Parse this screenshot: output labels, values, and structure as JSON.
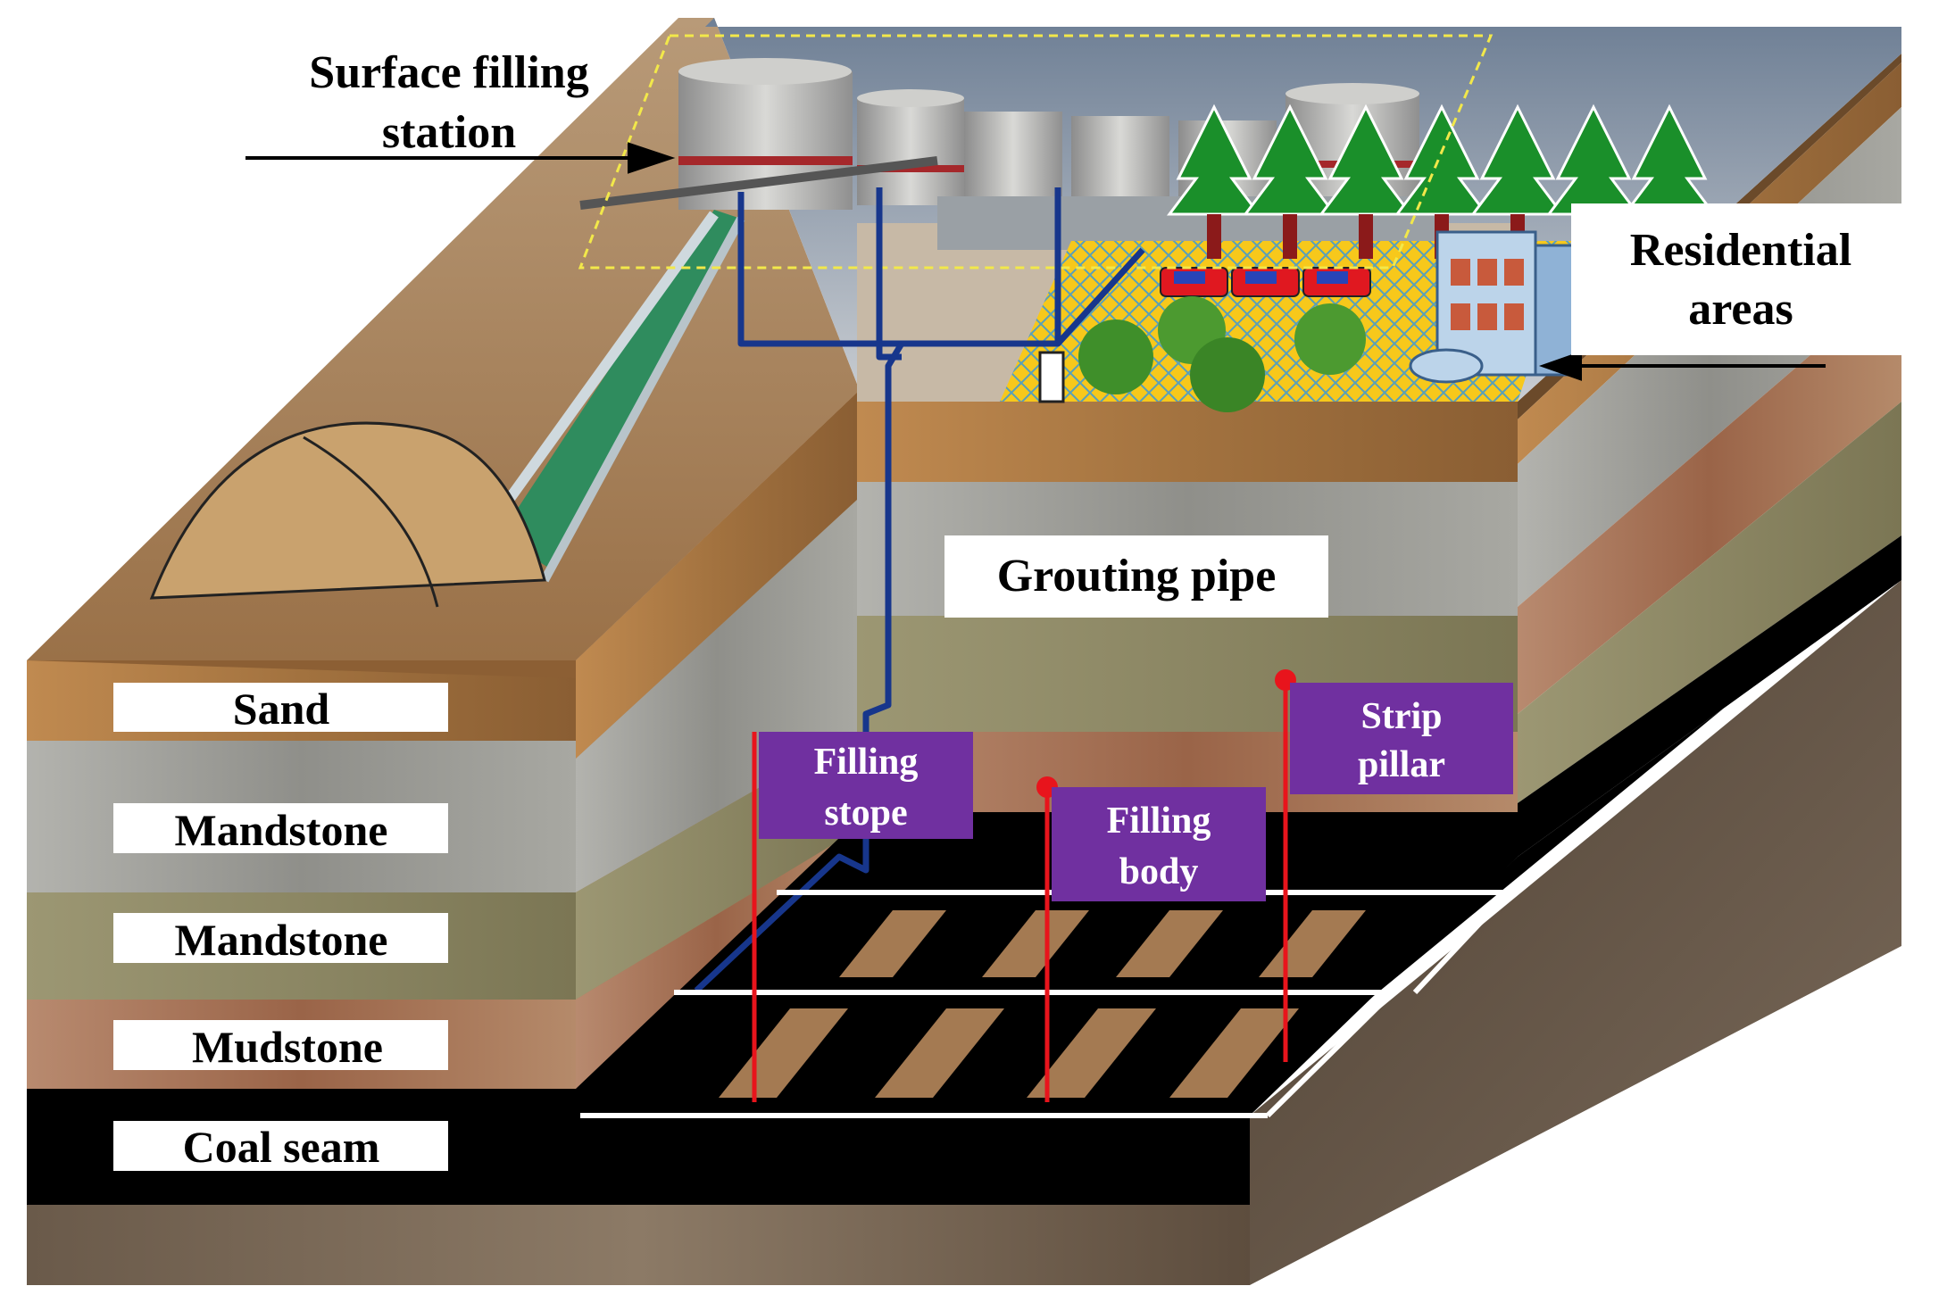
{
  "labels": {
    "surface_station_line1": "Surface filling",
    "surface_station_line2": "station",
    "residential_line1": "Residential",
    "residential_line2": "areas",
    "grouting_pipe": "Grouting pipe",
    "filling_stope_line1": "Filling",
    "filling_stope_line2": "stope",
    "filling_body_line1": "Filling",
    "filling_body_line2": "body",
    "strip_pillar_line1": "Strip",
    "strip_pillar_line2": "pillar"
  },
  "strata": [
    {
      "name": "Sand",
      "color": "#a87c4a"
    },
    {
      "name": "Mandstone",
      "color": "#9a9a95"
    },
    {
      "name": "Mandstone",
      "color": "#8a8663"
    },
    {
      "name": "Mudstone",
      "color": "#a07055"
    },
    {
      "name": "Coal seam",
      "color": "#000000"
    }
  ],
  "colors": {
    "pipe": "#17368c",
    "callout_box": "#7030a0",
    "marker": "#e8141c",
    "trees": "#1a8f2a",
    "residential_ground": "#f5c518",
    "station_outline": "#f2e84a",
    "filling_strip": "#a47a52"
  }
}
